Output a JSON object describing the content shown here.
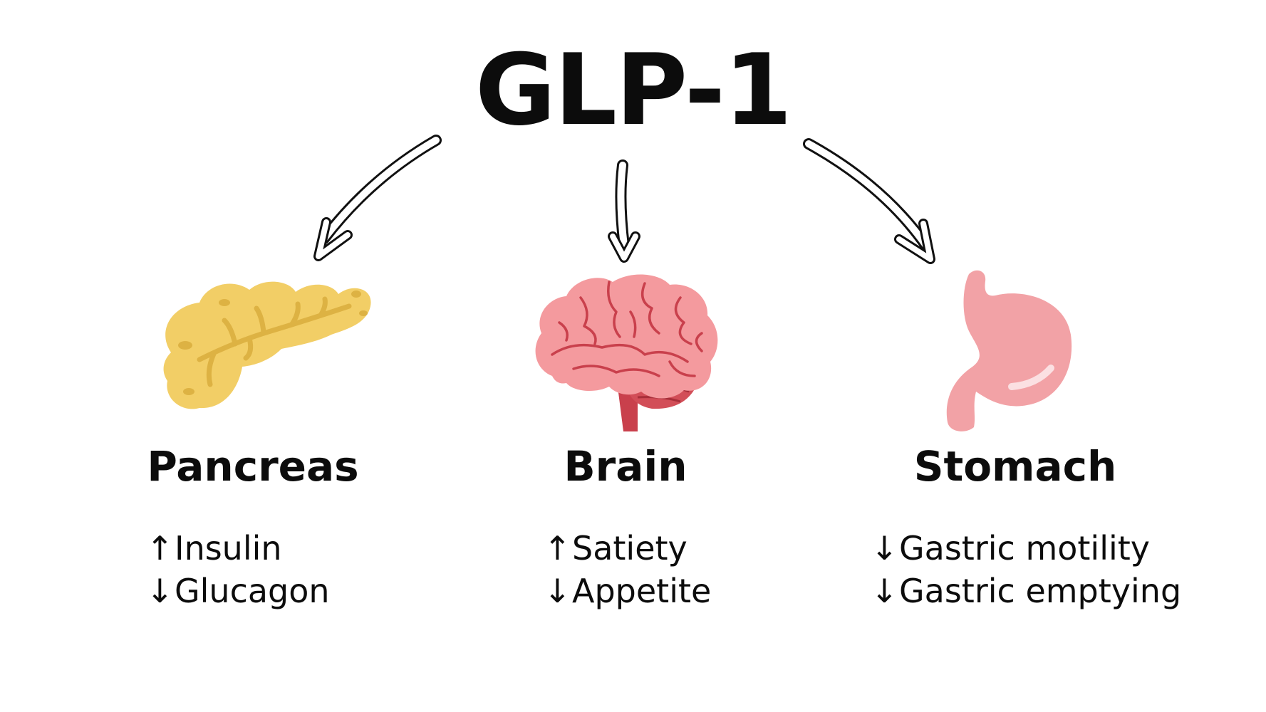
{
  "title": "GLP-1",
  "colors": {
    "pancreas": "#f2ce66",
    "pancreas_detail": "#ddb243",
    "brain": "#f49a9e",
    "brain_detail": "#c9404c",
    "stomach": "#f2a2a6",
    "text": "#0c0c0c"
  },
  "organs": [
    {
      "name": "Pancreas",
      "icon": "pancreas-icon",
      "effects": [
        {
          "direction": "↑",
          "label": "Insulin"
        },
        {
          "direction": "↓",
          "label": "Glucagon"
        }
      ]
    },
    {
      "name": "Brain",
      "icon": "brain-icon",
      "effects": [
        {
          "direction": "↑",
          "label": "Satiety"
        },
        {
          "direction": "↓",
          "label": "Appetite"
        }
      ]
    },
    {
      "name": "Stomach",
      "icon": "stomach-icon",
      "effects": [
        {
          "direction": "↓",
          "label": "Gastric motility"
        },
        {
          "direction": "↓",
          "label": "Gastric emptying"
        }
      ]
    }
  ]
}
